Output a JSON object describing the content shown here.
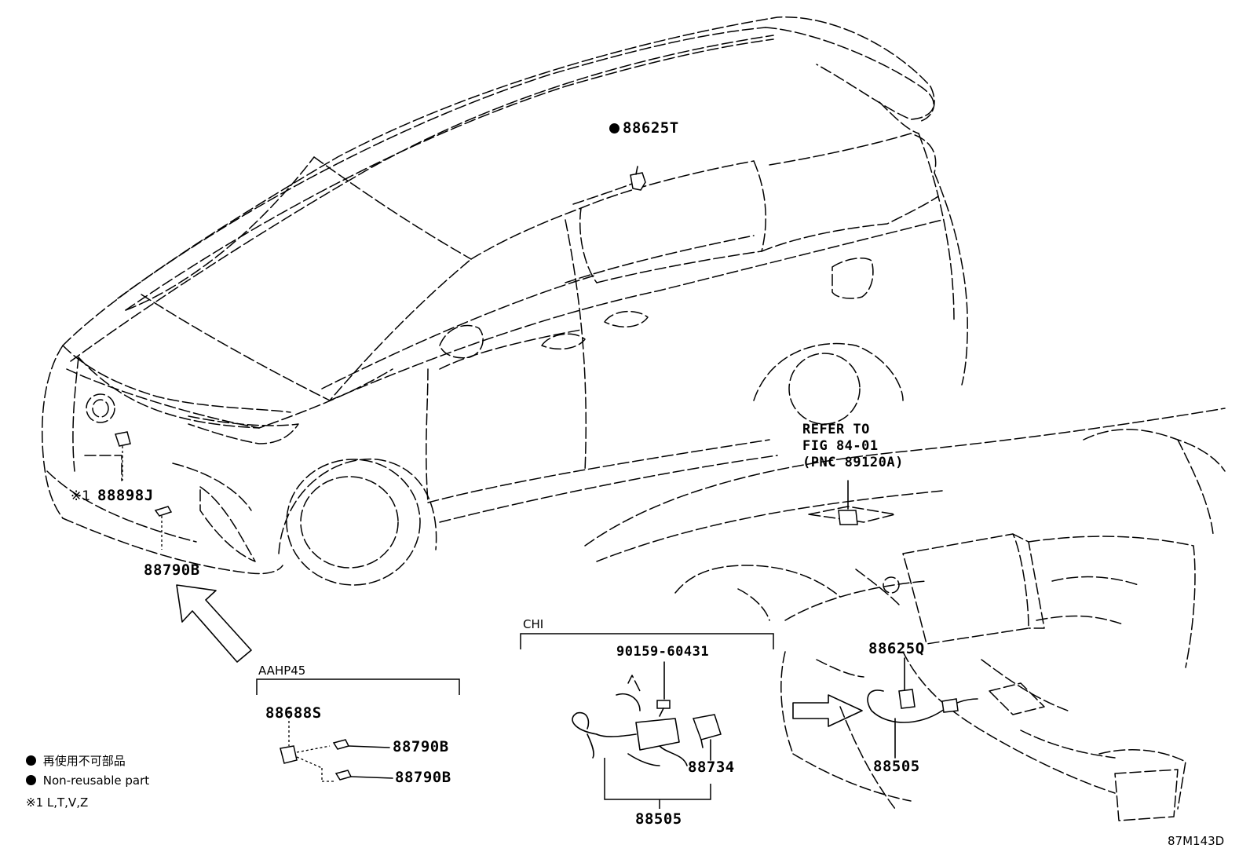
{
  "parts": {
    "p_88625T": "88625T",
    "p_88898J": "88898J",
    "p_88790B_front": "88790B",
    "p_88688S": "88688S",
    "p_88790B_a": "88790B",
    "p_88790B_b": "88790B",
    "p_90159": "90159-60431",
    "p_88734": "88734",
    "p_88505_chi": "88505",
    "p_88625Q": "88625Q",
    "p_88505_dash": "88505"
  },
  "refer": {
    "line1": "REFER TO",
    "line2": "FIG 84-01",
    "line3": "(PNC 89120A)"
  },
  "notes": {
    "star1_marker": "※1",
    "aahp45": "AAHP45",
    "chi": "CHI"
  },
  "legend": {
    "jp": "再使用不可部品",
    "en": "Non-reusable part",
    "star1": "※1 L,T,V,Z"
  },
  "figure_code": "87M143D"
}
